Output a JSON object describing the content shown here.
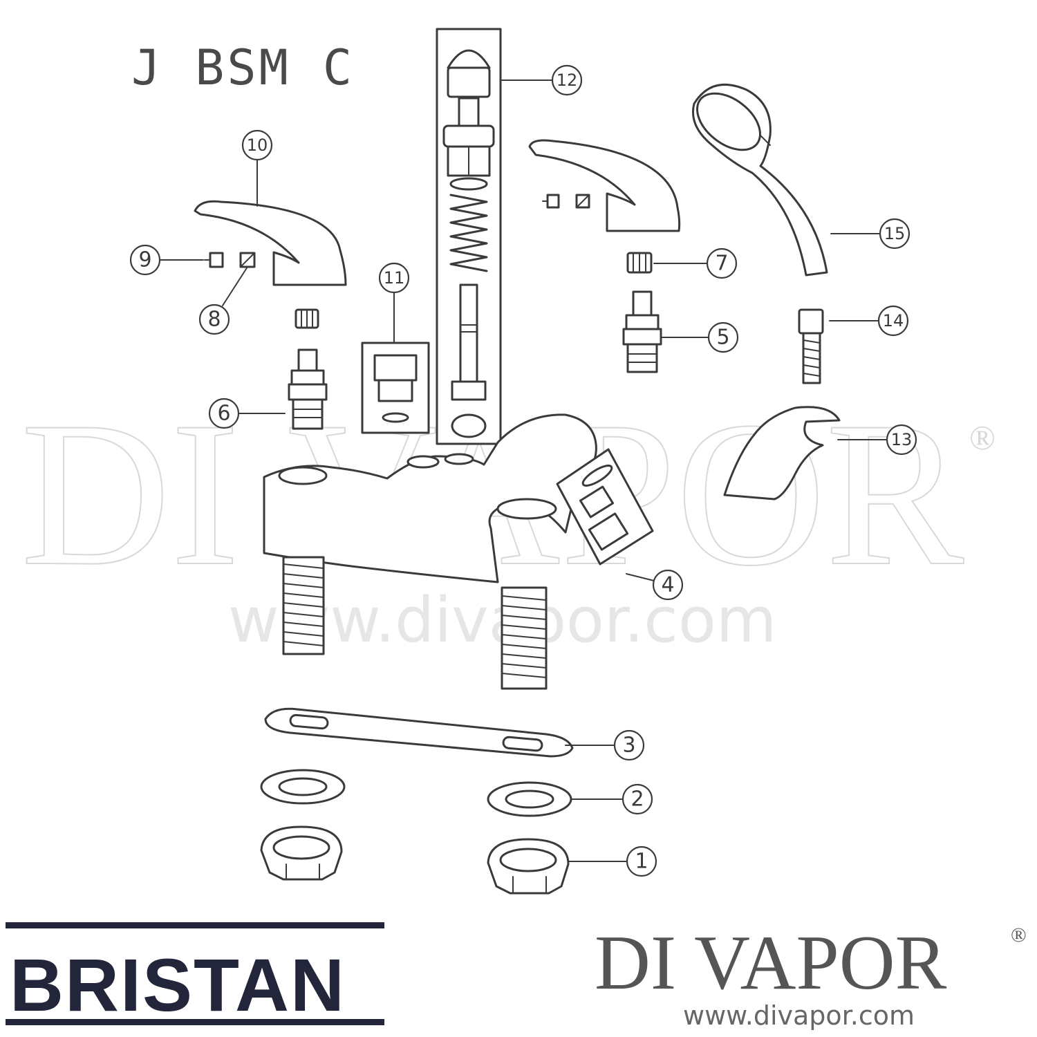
{
  "diagram": {
    "model_code": "J  BSM  C",
    "callouts": [
      "1",
      "2",
      "3",
      "4",
      "5",
      "6",
      "7",
      "8",
      "9",
      "10",
      "11",
      "12",
      "13",
      "14",
      "15"
    ]
  },
  "watermark": {
    "name": "DI VAPOR",
    "registered": "®",
    "url": "www.divapor.com"
  },
  "footer": {
    "brand_left": "BRISTAN",
    "brand_right": "DI VAPOR",
    "brand_right_registered": "®",
    "url": "www.divapor.com"
  },
  "colors": {
    "line": "#3a3a3a",
    "bristan_navy": "#23263a",
    "watermark": "#d8d8d8"
  }
}
